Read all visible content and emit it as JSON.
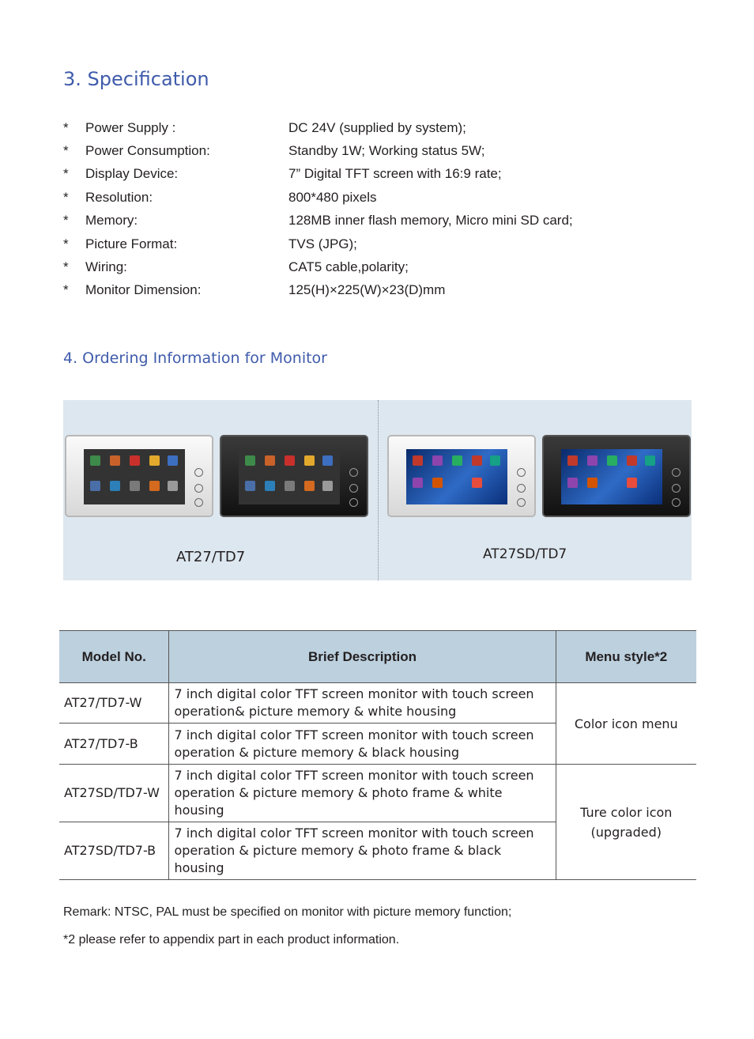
{
  "specification": {
    "heading": "3. Specification",
    "items": [
      {
        "bullet": "*",
        "label": "Power Supply :",
        "value": "DC 24V (supplied by system);"
      },
      {
        "bullet": "*",
        "label": "Power Consumption:",
        "value": "Standby 1W; Working status 5W;"
      },
      {
        "bullet": "*",
        "label": "Display Device:",
        "value": "7” Digital TFT screen with 16:9 rate;"
      },
      {
        "bullet": "*",
        "label": "Resolution:",
        "value": "800*480 pixels"
      },
      {
        "bullet": "*",
        "label": "Memory:",
        "value": "128MB inner flash memory, Micro mini SD card;"
      },
      {
        "bullet": "*",
        "label": "Picture Format:",
        "value": "TVS (JPG);"
      },
      {
        "bullet": "*",
        "label": "Wiring:",
        "value": "CAT5 cable,polarity;"
      },
      {
        "bullet": "*",
        "label": "Monitor Dimension:",
        "value": "125(H)×225(W)×23(D)mm"
      }
    ]
  },
  "ordering": {
    "heading": "4. Ordering Information for Monitor",
    "captions": {
      "left": "AT27/TD7",
      "right": "AT27SD/TD7"
    },
    "table": {
      "headers": [
        "Model No.",
        "Brief Description",
        "Menu style*2"
      ],
      "rows": [
        {
          "model": "AT27/TD7-W",
          "description": "7 inch digital color TFT screen monitor with touch screen operation& picture memory & white housing"
        },
        {
          "model": "AT27/TD7-B",
          "description": "7 inch digital color TFT screen monitor with touch screen operation & picture memory & black housing"
        },
        {
          "model": "AT27SD/TD7-W",
          "description": "7 inch digital color TFT screen monitor with touch screen operation & picture memory & photo frame & white housing"
        },
        {
          "model": "AT27SD/TD7-B",
          "description": "7 inch digital color TFT screen monitor with touch screen operation & picture memory & photo frame & black housing"
        }
      ],
      "menu_styles": [
        "Color icon menu",
        "Ture color icon (upgraded)"
      ]
    }
  },
  "remarks": [
    "Remark: NTSC, PAL must be specified on monitor with picture memory function;",
    "*2 please refer to appendix part in each product information."
  ]
}
